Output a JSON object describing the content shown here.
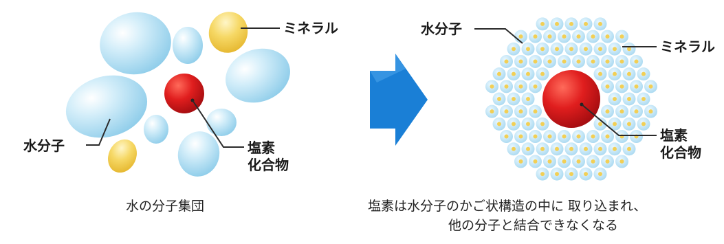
{
  "left_panel": {
    "label_mineral": "ミネラル",
    "label_water": "水分子",
    "label_salt_line1": "塩素",
    "label_salt_line2": "化合物",
    "caption": "水の分子集団"
  },
  "right_panel": {
    "label_water": "水分子",
    "label_mineral": "ミネラル",
    "label_salt_line1": "塩素",
    "label_salt_line2": "化合物",
    "caption_line1": "塩素は水分子のかご状構造の中に 取り込まれ、",
    "caption_line2": "他の分子と結合できなくなる"
  },
  "colors": {
    "water": "#bfe3f5",
    "water_edge": "#7fc4e6",
    "mineral": "#f2cf55",
    "chlorine": "#d0121a",
    "arrow": "#1a7fd6"
  }
}
